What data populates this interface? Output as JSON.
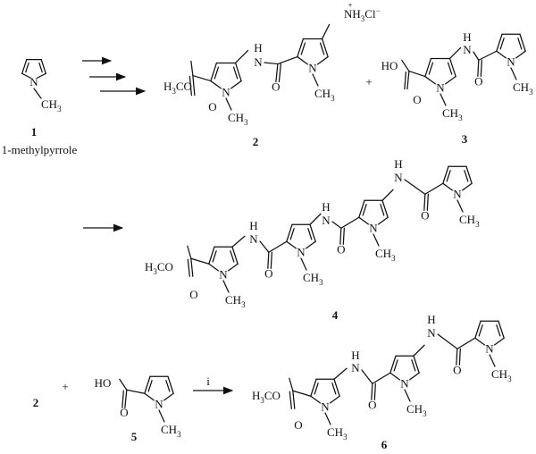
{
  "atoms": {
    "N": "N",
    "H": "H",
    "O": "O",
    "HO": "HO",
    "CH": "CH",
    "H3C_prefix": "H",
    "C_after": "C",
    "ester_O": "O",
    "three": "3",
    "NH": "NH",
    "Cl": "Cl",
    "minus": "−",
    "plus_charge": "+"
  },
  "compounds": {
    "c1": {
      "number": "1",
      "name": "1-methylpyrrole"
    },
    "c2": {
      "number": "2"
    },
    "c3": {
      "number": "3"
    },
    "c4": {
      "number": "4"
    },
    "c5": {
      "number": "5"
    },
    "c6": {
      "number": "6"
    }
  },
  "operators": {
    "plus": "+"
  },
  "reagents": {
    "step_i": "i"
  },
  "reactants_row4_lead": "2"
}
